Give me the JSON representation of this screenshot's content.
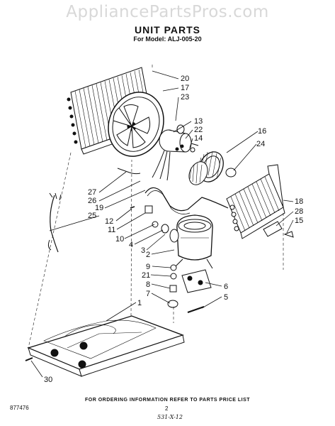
{
  "watermark": "AppliancePartsPros.com",
  "title": "UNIT PARTS",
  "model": "For Model: ALJ-005-20",
  "footer": "FOR ORDERING INFORMATION REFER TO PARTS PRICE LIST",
  "doc_number": "877476",
  "page_number": "2",
  "handwritten_note": "531-X-12",
  "callouts": [
    "20",
    "17",
    "23",
    "13",
    "22",
    "14",
    "16",
    "24",
    "27",
    "26",
    "19",
    "25",
    "18",
    "28",
    "15",
    "12",
    "11",
    "10",
    "4",
    "3",
    "2",
    "9",
    "21",
    "8",
    "6",
    "7",
    "5",
    "1",
    "30"
  ]
}
